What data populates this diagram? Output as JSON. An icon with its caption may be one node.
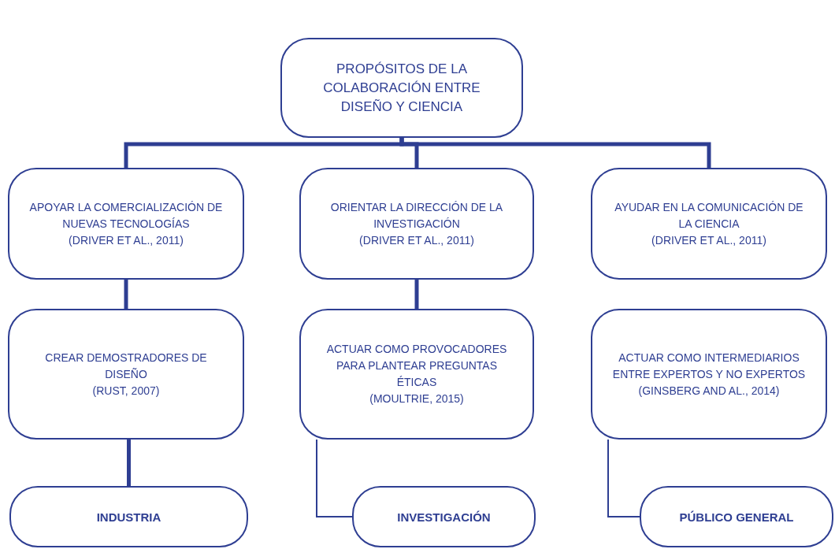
{
  "diagram": {
    "nodes": [
      {
        "text": [
          "PROPÓSITOS DE LA COLABORACIÓN ENTRE DISEÑO Y CIENCIA"
        ]
      },
      {
        "text": [
          "APOYAR LA COMERCIALIZACIÓN DE NUEVAS TECNOLOGÍAS",
          "(DRIVER ET AL., 2011)"
        ]
      },
      {
        "text": [
          "ORIENTAR LA DIRECCIÓN DE LA INVESTIGACIÓN",
          "(DRIVER ET AL., 2011)"
        ]
      },
      {
        "text": [
          "AYUDAR EN LA COMUNICACIÓN DE LA CIENCIA",
          "(DRIVER ET AL., 2011)"
        ]
      },
      {
        "text": [
          "CREAR DEMOSTRADORES DE DISEÑO",
          "(RUST, 2007)"
        ]
      },
      {
        "text": [
          "ACTUAR COMO PROVOCADORES PARA PLANTEAR PREGUNTAS ÉTICAS",
          "(MOULTRIE, 2015)"
        ]
      },
      {
        "text": [
          "ACTUAR COMO INTERMEDIARIOS ENTRE EXPERTOS Y NO EXPERTOS",
          "(GINSBERG AND AL., 2014)"
        ]
      },
      {
        "text": [
          "INDUSTRIA"
        ]
      },
      {
        "text": [
          "INVESTIGACIÓN"
        ]
      },
      {
        "text": [
          "PÚBLICO GENERAL"
        ]
      }
    ],
    "edges": [
      {
        "from": 0,
        "to": 1,
        "arrow": "none"
      },
      {
        "from": 0,
        "to": 2,
        "arrow": "none"
      },
      {
        "from": 0,
        "to": 3,
        "arrow": "none"
      },
      {
        "from": 1,
        "to": 4,
        "arrow": "none"
      },
      {
        "from": 2,
        "to": 5,
        "arrow": "none"
      },
      {
        "from": 4,
        "to": 7,
        "arrow": "none"
      },
      {
        "from": 5,
        "to": 8,
        "arrow": "none"
      },
      {
        "from": 6,
        "to": 9,
        "arrow": "none"
      }
    ]
  }
}
